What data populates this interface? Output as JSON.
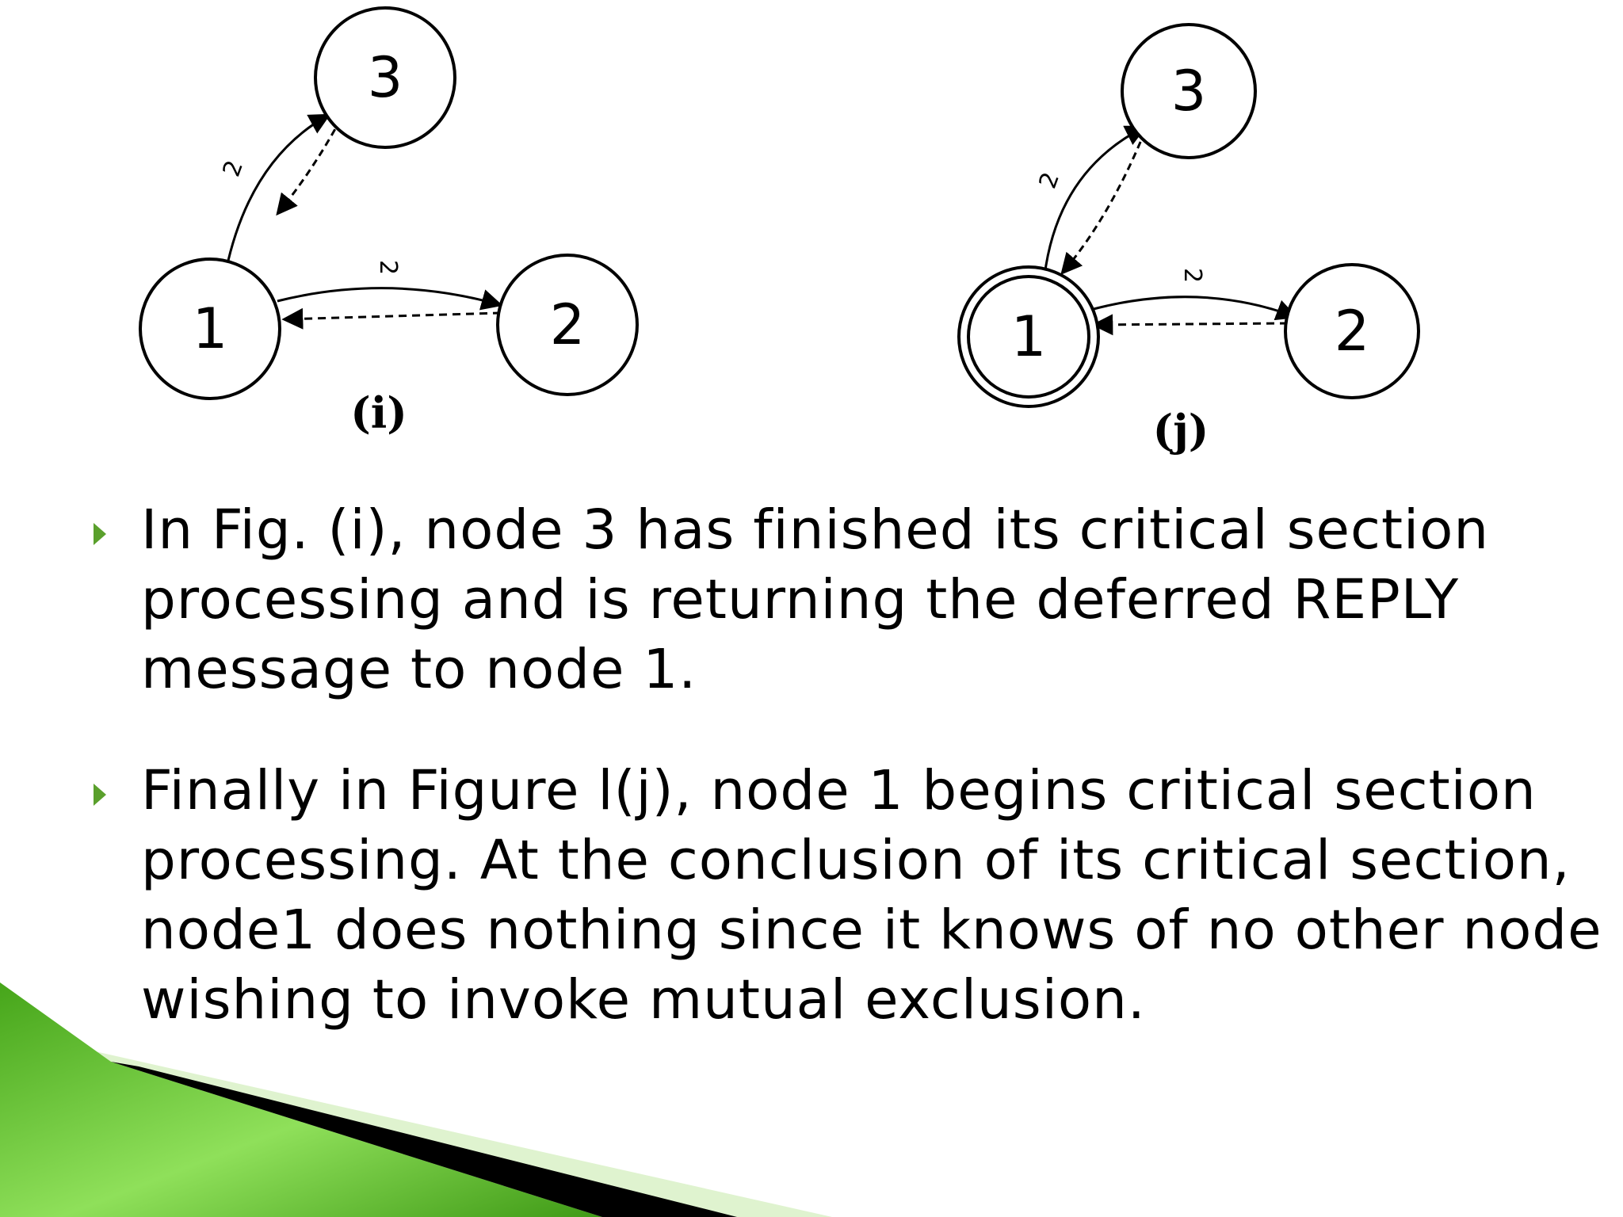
{
  "figure_i": {
    "label": "(i)",
    "nodes": [
      "1",
      "2",
      "3"
    ],
    "edge_labels": [
      "2",
      "2"
    ]
  },
  "figure_j": {
    "label": "(j)",
    "nodes": [
      "1",
      "2",
      "3"
    ],
    "edge_labels": [
      "2",
      "2"
    ]
  },
  "bullets": [
    {
      "text": "In Fig. (i), node 3 has finished its critical section processing and is returning the deferred REPLY message to node 1."
    },
    {
      "text": "Finally in Figure l(j), node 1 begins critical section processing. At the conclusion of its critical section, node1 does nothing since it knows of no other node wishing to invoke mutual exclusion."
    }
  ],
  "colors": {
    "bullet_marker": "#5aa02c",
    "accent_green": "#4ca51e",
    "accent_light_green": "#9be870"
  }
}
